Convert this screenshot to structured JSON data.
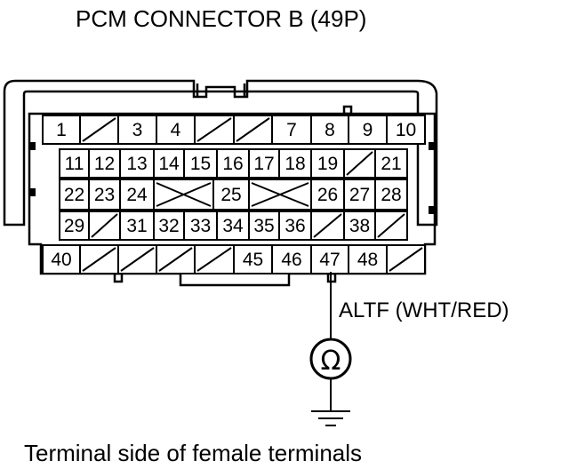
{
  "diagram": {
    "title": "PCM CONNECTOR B (49P)",
    "caption": "Terminal side of female terminals",
    "wire_label": "ALTF (WHT/RED)",
    "meter_symbol": "Ω",
    "meter_icon": "ohmmeter-icon",
    "ground_icon": "ground-icon",
    "probe_terminal": "47",
    "rows": [
      [
        {
          "label": "1",
          "type": "pin"
        },
        {
          "label": "",
          "type": "empty"
        },
        {
          "label": "3",
          "type": "pin"
        },
        {
          "label": "4",
          "type": "pin"
        },
        {
          "label": "",
          "type": "empty"
        },
        {
          "label": "",
          "type": "empty"
        },
        {
          "label": "7",
          "type": "pin"
        },
        {
          "label": "8",
          "type": "pin"
        },
        {
          "label": "9",
          "type": "pin"
        },
        {
          "label": "10",
          "type": "pin"
        }
      ],
      [
        {
          "label": "11",
          "type": "pin"
        },
        {
          "label": "12",
          "type": "pin"
        },
        {
          "label": "13",
          "type": "pin"
        },
        {
          "label": "14",
          "type": "pin"
        },
        {
          "label": "15",
          "type": "pin"
        },
        {
          "label": "16",
          "type": "pin"
        },
        {
          "label": "17",
          "type": "pin"
        },
        {
          "label": "18",
          "type": "pin"
        },
        {
          "label": "19",
          "type": "pin"
        },
        {
          "label": "",
          "type": "empty"
        },
        {
          "label": "21",
          "type": "pin"
        }
      ],
      [
        {
          "label": "22",
          "type": "pin"
        },
        {
          "label": "23",
          "type": "pin"
        },
        {
          "label": "24",
          "type": "pin"
        },
        {
          "label": "",
          "type": "blocked"
        },
        {
          "label": "25",
          "type": "pin"
        },
        {
          "label": "",
          "type": "blocked"
        },
        {
          "label": "26",
          "type": "pin"
        },
        {
          "label": "27",
          "type": "pin"
        },
        {
          "label": "28",
          "type": "pin"
        }
      ],
      [
        {
          "label": "29",
          "type": "pin"
        },
        {
          "label": "",
          "type": "empty"
        },
        {
          "label": "31",
          "type": "pin"
        },
        {
          "label": "32",
          "type": "pin"
        },
        {
          "label": "33",
          "type": "pin"
        },
        {
          "label": "34",
          "type": "pin"
        },
        {
          "label": "35",
          "type": "pin"
        },
        {
          "label": "36",
          "type": "pin"
        },
        {
          "label": "",
          "type": "empty"
        },
        {
          "label": "38",
          "type": "pin"
        },
        {
          "label": "",
          "type": "empty"
        }
      ],
      [
        {
          "label": "40",
          "type": "pin"
        },
        {
          "label": "",
          "type": "empty"
        },
        {
          "label": "",
          "type": "empty"
        },
        {
          "label": "",
          "type": "empty"
        },
        {
          "label": "",
          "type": "empty"
        },
        {
          "label": "45",
          "type": "pin"
        },
        {
          "label": "46",
          "type": "pin"
        },
        {
          "label": "47",
          "type": "pin"
        },
        {
          "label": "48",
          "type": "pin"
        },
        {
          "label": "",
          "type": "empty"
        }
      ]
    ]
  }
}
